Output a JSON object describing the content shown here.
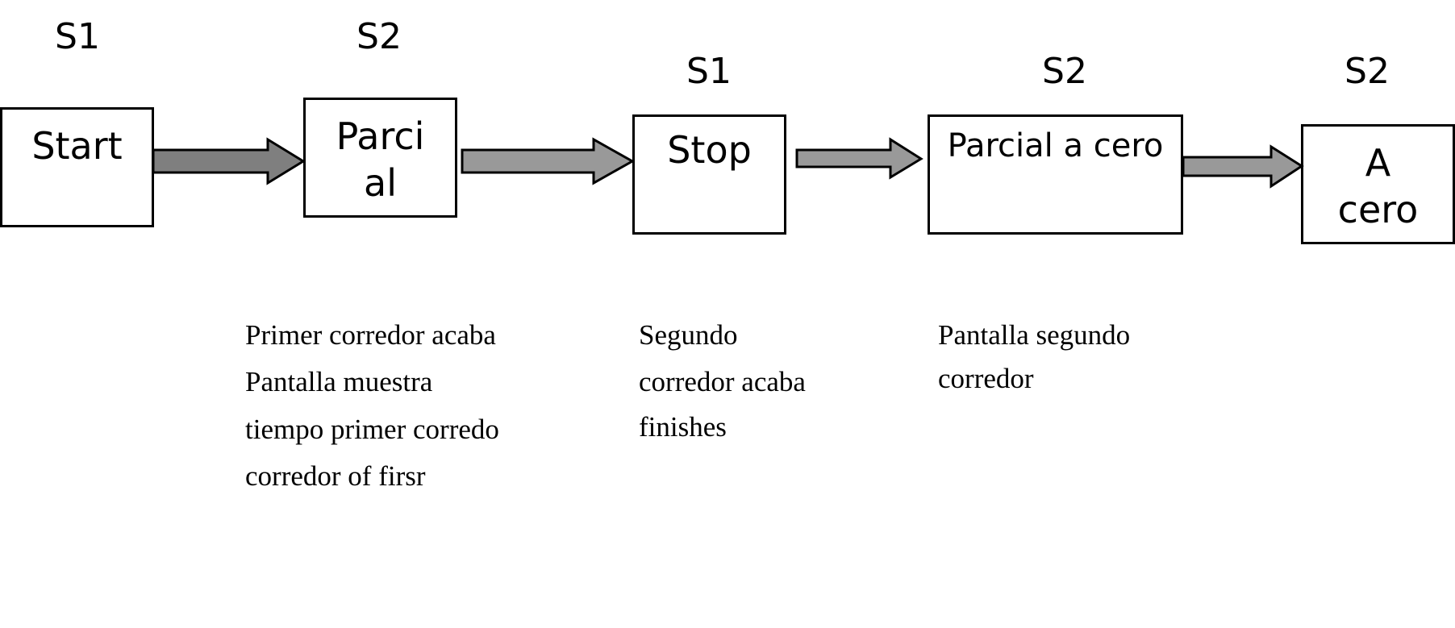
{
  "diagram": {
    "signals": {
      "start": "S1",
      "parcial": "S2",
      "stop": "S1",
      "parcial_a_cero": "S2",
      "a_cero": "S2"
    },
    "states": {
      "start": {
        "lines": [
          "Start"
        ]
      },
      "parcial": {
        "lines": [
          "Parci",
          "al"
        ]
      },
      "stop": {
        "lines": [
          "Stop"
        ]
      },
      "parcial_a_cero": {
        "lines": [
          "Parcial a cero"
        ]
      },
      "a_cero": {
        "lines": [
          "A",
          "cero"
        ]
      }
    },
    "notes": {
      "parcial": [
        "Primer corredor acaba",
        "Pantalla muestra",
        "tiempo primer corredo",
        "corredor of firsr"
      ],
      "stop": [
        "Segundo",
        "corredor acaba",
        "finishes"
      ],
      "parcial_a_cero": [
        "Pantalla segundo",
        "corredor"
      ]
    },
    "colors": {
      "arrow_dark": "#7f7f7f",
      "arrow_light": "#999999",
      "stroke": "#000000"
    }
  }
}
